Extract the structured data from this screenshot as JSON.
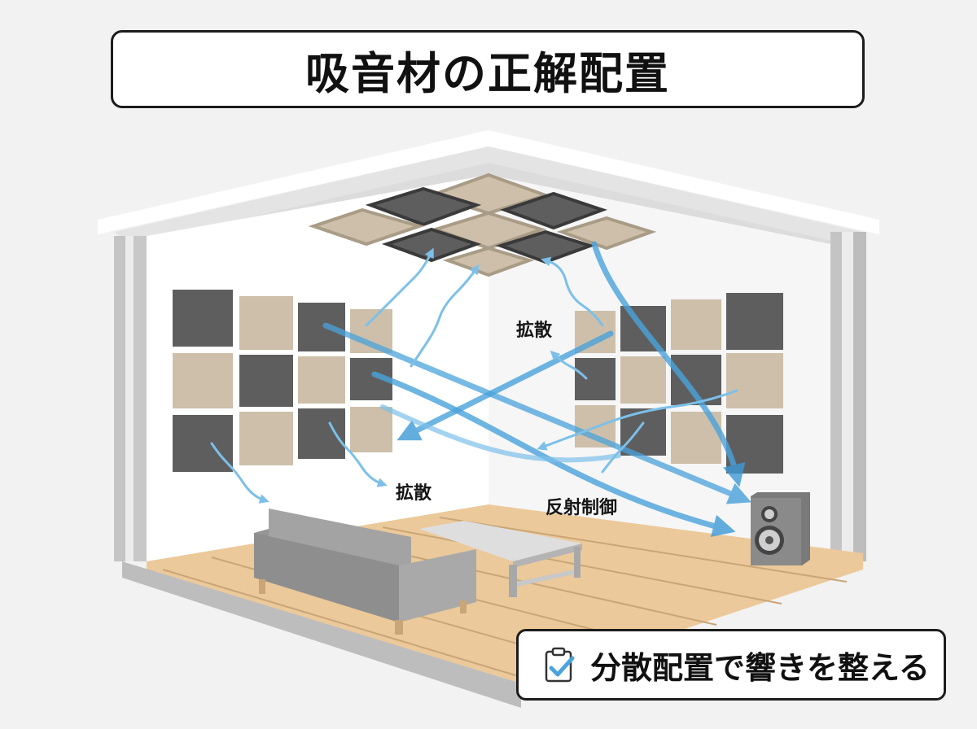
{
  "title": "吸音材の正解配置",
  "labels": {
    "diffusion_upper": "拡散",
    "diffusion_lower": "拡散",
    "reflection_control": "反射制御"
  },
  "footer": {
    "icon": "clipboard-check-icon",
    "text": "分散配置で響きを整える"
  },
  "colors": {
    "background": "#f2f2f2",
    "panel_dark": "#5e5e5e",
    "panel_light": "#cdbfa9",
    "sound_wave": "#4aa3dc",
    "floor": "#ecc99a",
    "furniture": "#9a9a9a"
  },
  "panels": {
    "ceiling_count": 9,
    "left_wall_count": 12,
    "right_wall_count": 12
  }
}
